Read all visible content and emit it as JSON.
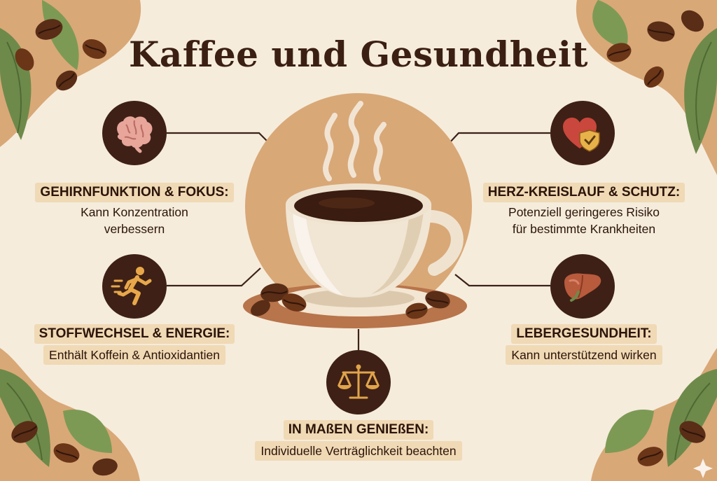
{
  "title": "Kaffee und Gesundheit",
  "benefits": [
    {
      "heading": "GEHIRNFUNKTION & FOKUS:",
      "line1": "Kann Konzentration",
      "line2": "verbessern",
      "icon": "brain-icon"
    },
    {
      "heading": "HERZ-KREISLAUF & SCHUTZ:",
      "line1": "Potenziell geringeres Risiko",
      "line2": "für bestimmte Krankheiten",
      "icon": "heart-shield-icon"
    },
    {
      "heading": "STOFFWECHSEL & ENERGIE:",
      "line1": "Enthält Koffein & Antioxidantien",
      "icon": "running-person-icon"
    },
    {
      "heading": "LEBERGESUNDHEIT:",
      "line1": "Kann unterstützend wirken",
      "icon": "liver-icon"
    },
    {
      "heading": "IN MAßEN GENIEßEN:",
      "line1": "Individuelle Verträglichkeit beachten",
      "icon": "scales-icon"
    }
  ],
  "colors": {
    "background": "#f5ecdc",
    "dark_brown": "#3e2016",
    "tan": "#d9a877",
    "label_bg": "#f0d9b5",
    "leaf_green": "#6e8a4a"
  },
  "illustration": {
    "center": "coffee-cup-icon",
    "decor": "coffee-beans-and-leaves"
  }
}
